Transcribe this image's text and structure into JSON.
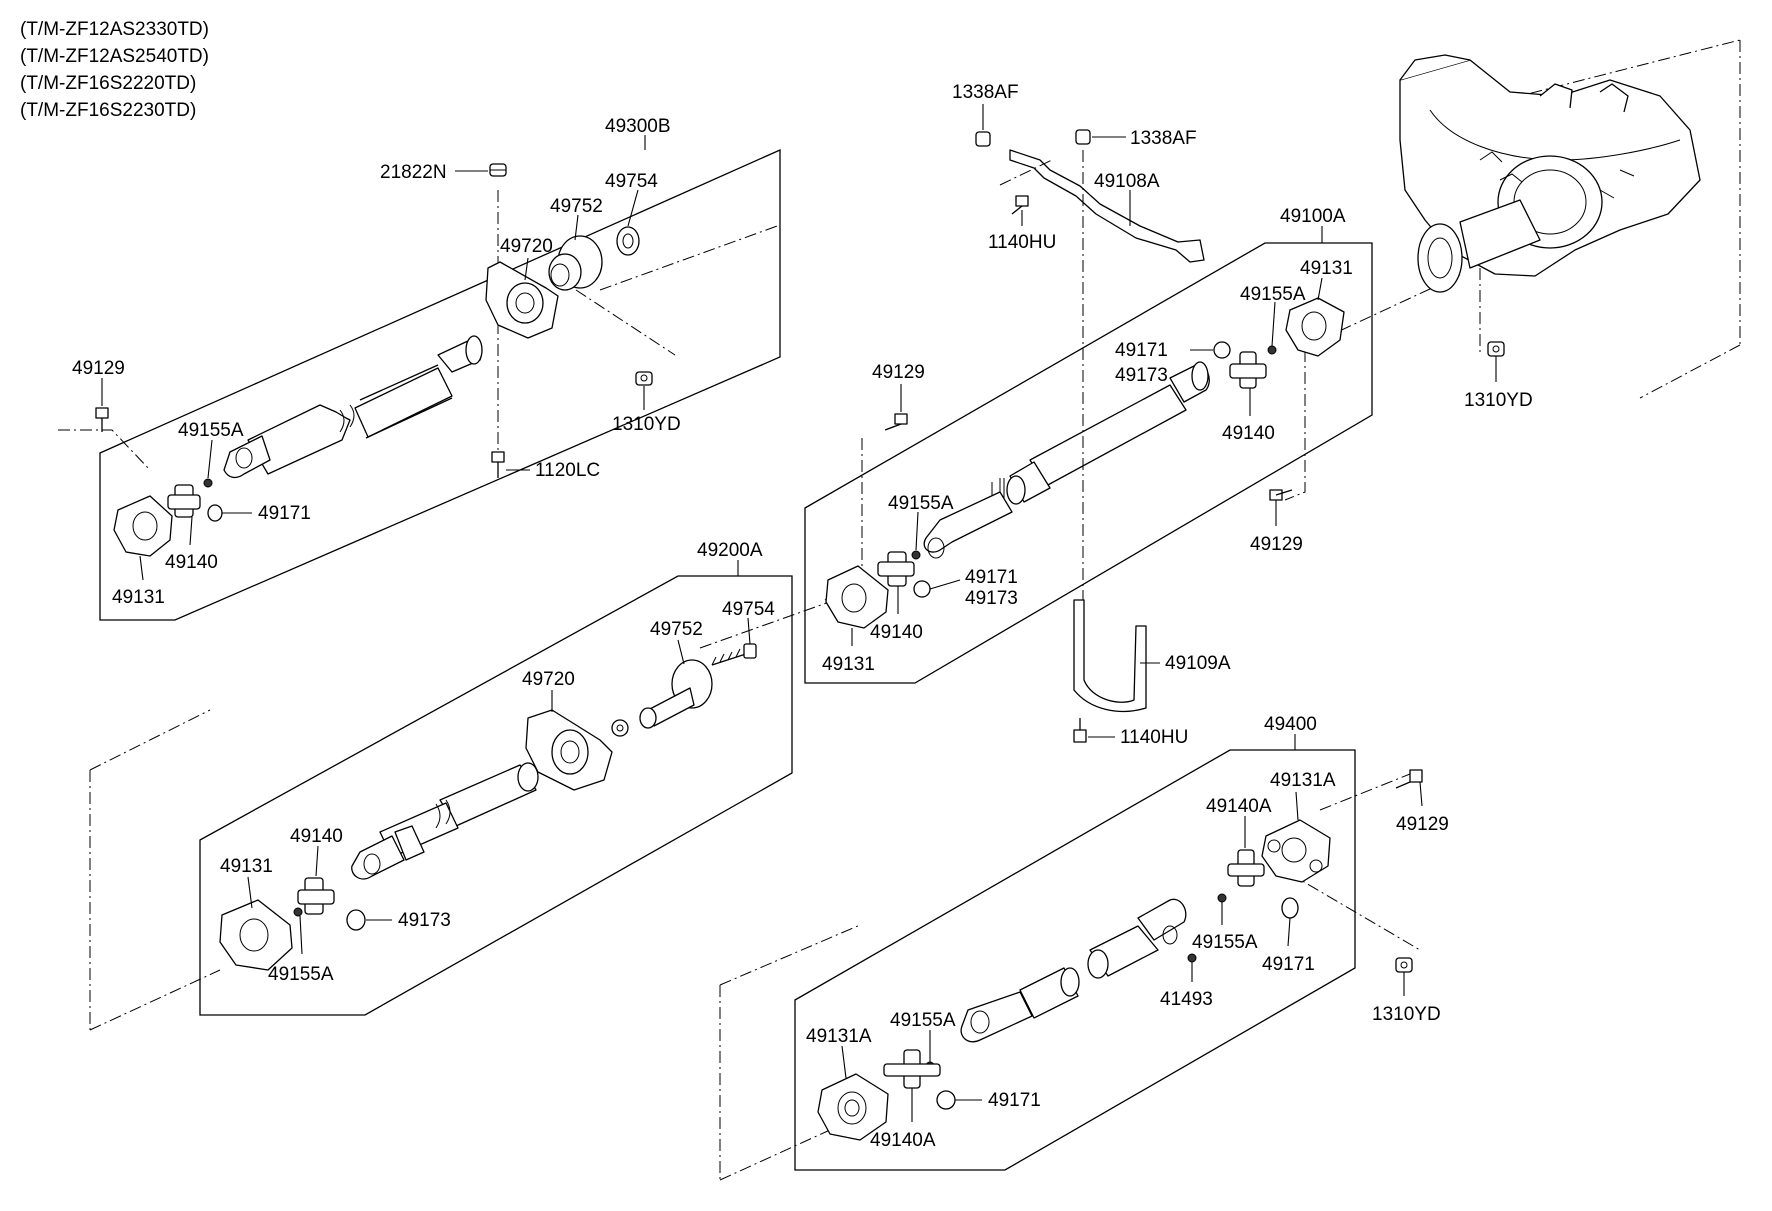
{
  "header": {
    "lines": [
      "(T/M-ZF12AS2330TD)",
      "(T/M-ZF12AS2540TD)",
      "(T/M-ZF16S2220TD)",
      "(T/M-ZF16S2230TD)"
    ]
  },
  "group_49300B": {
    "box_label": "49300B",
    "labels": [
      "21822N",
      "49754",
      "49752",
      "49720",
      "49129",
      "49155A",
      "49171",
      "49140",
      "49131",
      "1120LC",
      "1310YD"
    ]
  },
  "group_49200A": {
    "box_label": "49200A",
    "labels": [
      "49754",
      "49752",
      "49720",
      "49140",
      "49131",
      "49173",
      "49155A"
    ]
  },
  "group_49100A": {
    "box_label": "49100A",
    "labels": [
      "49131",
      "49155A",
      "49171",
      "49173",
      "49140",
      "49129",
      "49155A",
      "49171",
      "49173",
      "49140",
      "49131",
      "49129"
    ]
  },
  "group_49400": {
    "box_label": "49400",
    "labels": [
      "49131A",
      "49140A",
      "49129",
      "49155A",
      "49171",
      "41493",
      "1310YD",
      "49155A",
      "49131A",
      "49171",
      "49140A"
    ]
  },
  "bracket": {
    "labels": [
      "1338AF",
      "1338AF",
      "49108A",
      "1140HU",
      "49109A",
      "1140HU",
      "1310YD"
    ]
  }
}
